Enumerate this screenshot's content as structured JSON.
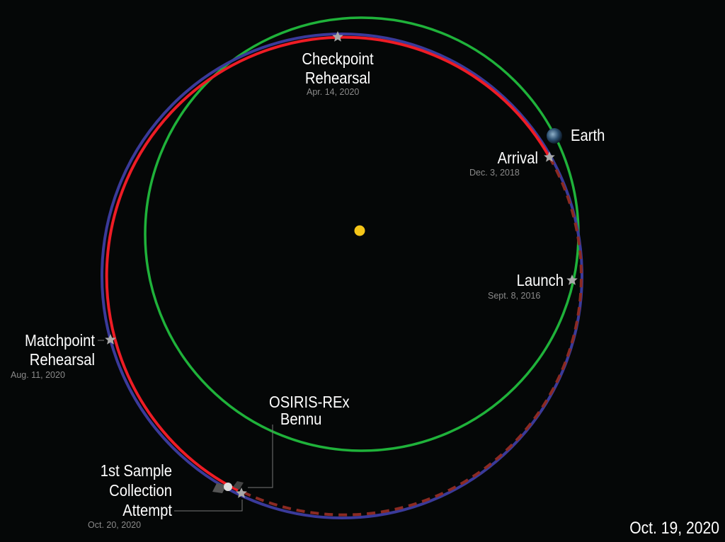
{
  "title_date": "Oct. 19, 2020",
  "colors": {
    "earth_orbit": "#1fb23a",
    "bennu_orbit": "#3a3a9a",
    "traveled_path": "#ee1c25",
    "future_path": "#8b2a22",
    "sun": "#f5c518",
    "star": "#a9a9a9"
  },
  "labels": {
    "checkpoint": {
      "name_line1": "Checkpoint",
      "name_line2": "Rehearsal",
      "date": "Apr. 14, 2020"
    },
    "earth": {
      "name": "Earth"
    },
    "arrival": {
      "name": "Arrival",
      "date": "Dec. 3, 2018"
    },
    "launch": {
      "name": "Launch",
      "date": "Sept. 8, 2016"
    },
    "matchpoint": {
      "name_line1": "Matchpoint",
      "name_line2": "Rehearsal",
      "date": "Aug. 11, 2020"
    },
    "spacecraft": {
      "name_line1": "OSIRIS-REx",
      "name_line2": "Bennu"
    },
    "sample": {
      "name_line1": "1st Sample",
      "name_line2": "Collection",
      "name_line3": "Attempt",
      "date": "Oct. 20, 2020"
    }
  }
}
